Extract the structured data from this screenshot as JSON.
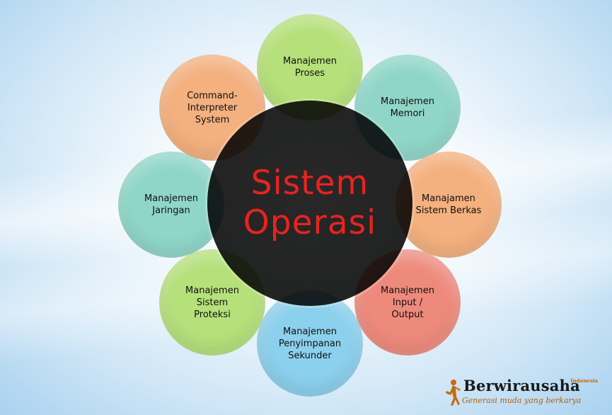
{
  "title": {
    "line1": "Sistem",
    "line2": "Operasi",
    "color": "#e8231f"
  },
  "nodes": [
    {
      "label": "Manajemen\nProses",
      "color": "#b5e07a"
    },
    {
      "label": "Manajemen\nMemori",
      "color": "#8fd6c8"
    },
    {
      "label": "Manajamen\nSistem Berkas",
      "color": "#f4b07e"
    },
    {
      "label": "Manajemen\nInput  /\nOutput",
      "color": "#ee8a7c"
    },
    {
      "label": "Manajemen\nPenyimpanan\nSekunder",
      "color": "#8bd0ec"
    },
    {
      "label": "Manajemen\nSistem\nProteksi",
      "color": "#b5e07a"
    },
    {
      "label": "Manajemen\nJaringan",
      "color": "#8fd6c8"
    },
    {
      "label": "Command-\nInterpreter\nSystem",
      "color": "#f4b07e"
    }
  ],
  "logo": {
    "name": "Berwirausaha",
    "sub": "Indonesia",
    "tagline": "Generasi muda yang berkarya",
    "color": "#c56b10"
  }
}
